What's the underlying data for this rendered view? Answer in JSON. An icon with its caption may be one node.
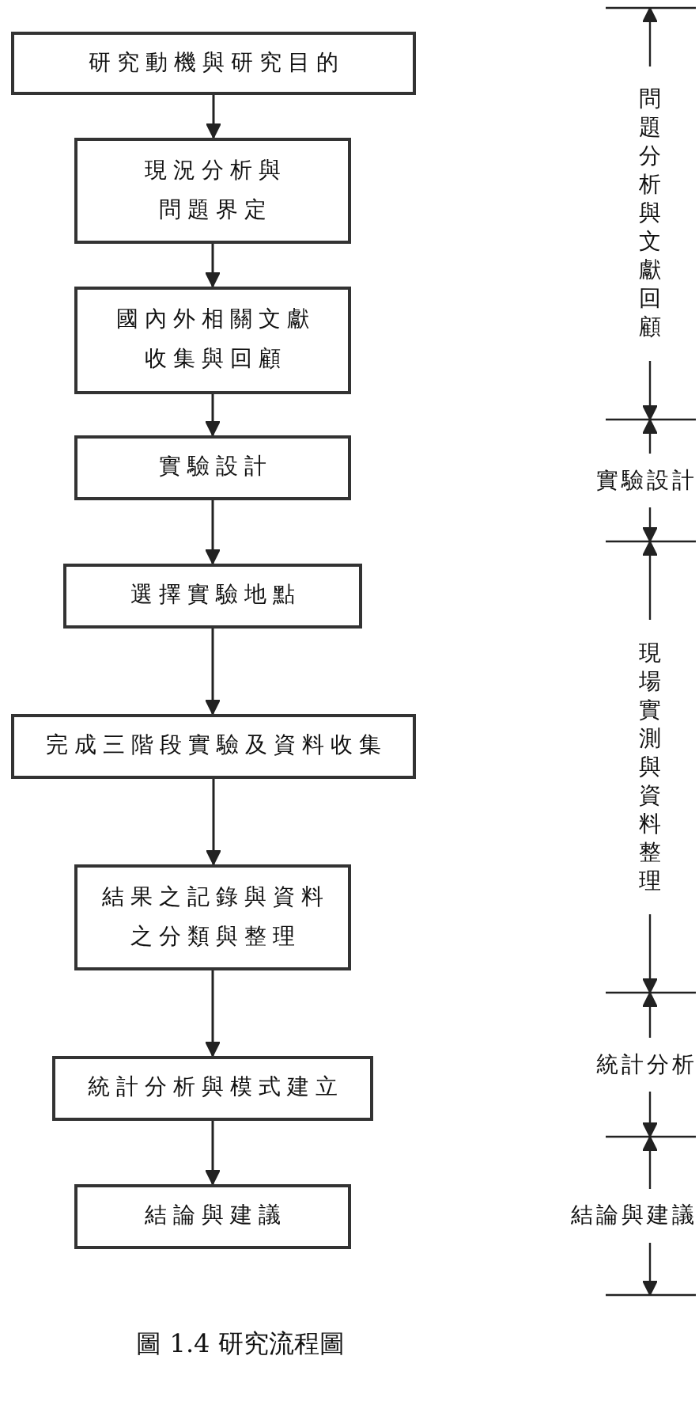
{
  "diagram": {
    "caption": "圖 1.4 研究流程圖",
    "nodes": [
      {
        "text": [
          "研究動機與研究目的"
        ]
      },
      {
        "text": [
          "現況分析與問題界定"
        ]
      },
      {
        "text": [
          "國內外相關文獻收集與回顧"
        ]
      },
      {
        "text": [
          "實驗設計"
        ]
      },
      {
        "text": [
          "選擇實驗地點"
        ]
      },
      {
        "text": [
          "完成三階段實驗及資料收集"
        ]
      },
      {
        "text": [
          "結果之記錄與資料之分類與整理"
        ]
      },
      {
        "text": [
          "統計分析與模式建立"
        ]
      },
      {
        "text": [
          "結論與建議"
        ]
      }
    ],
    "edges": [
      {
        "from": 0,
        "to": 1,
        "arrow": "to"
      },
      {
        "from": 1,
        "to": 2,
        "arrow": "to"
      },
      {
        "from": 2,
        "to": 3,
        "arrow": "to"
      },
      {
        "from": 3,
        "to": 4,
        "arrow": "to"
      },
      {
        "from": 4,
        "to": 5,
        "arrow": "to"
      },
      {
        "from": 5,
        "to": 6,
        "arrow": "to"
      },
      {
        "from": 6,
        "to": 7,
        "arrow": "to"
      },
      {
        "from": 7,
        "to": 8,
        "arrow": "to"
      }
    ],
    "labels": [
      "問題分析與文獻回顧",
      "實驗設計",
      "現場實測與資料整理",
      "統計分析",
      "結論與建議"
    ]
  }
}
